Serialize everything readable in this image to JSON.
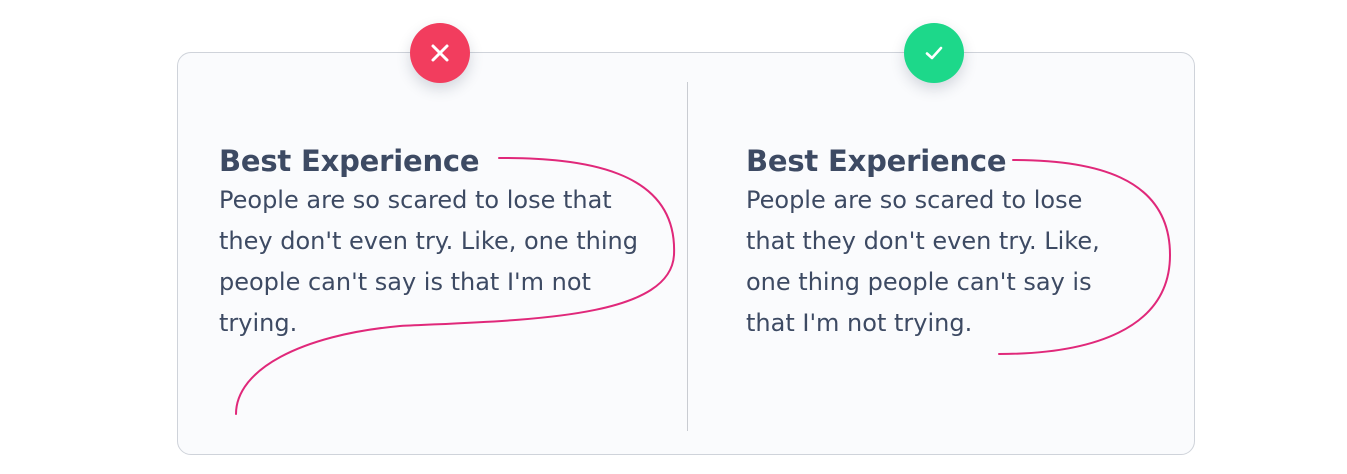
{
  "colors": {
    "bad_badge": "#f23d5e",
    "good_badge": "#1dd88a",
    "annotation_stroke": "#e0287a",
    "text": "#3d4a63",
    "card_border": "#cfd3da",
    "card_background": "#fafbfd"
  },
  "bad_example": {
    "badge_icon": "x-icon",
    "heading": "Best Experience",
    "body_lines": [
      "People are so scared to lose that",
      "they don't even try. Like, one thing",
      "people can't say is that I'm not",
      "trying."
    ]
  },
  "good_example": {
    "badge_icon": "check-icon",
    "heading": "Best Experience",
    "body_lines": [
      "People are so scared to lose",
      "that they don't even try. Like,",
      "one thing people can't say is",
      "that I'm not trying."
    ]
  }
}
